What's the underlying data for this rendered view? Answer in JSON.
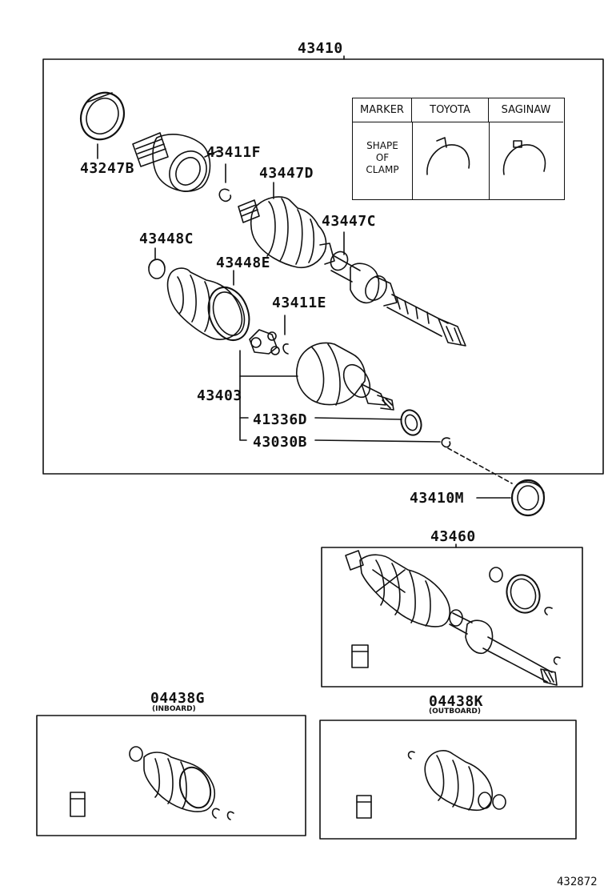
{
  "labels": {
    "assembly": "43410",
    "boot_kit_inboard": "43247B",
    "snap_ring_f": "43411F",
    "boot_outboard": "43447D",
    "boot_band_c": "43447C",
    "band_clamp_c": "43448C",
    "band_clamp_e": "43448E",
    "snap_ring_e": "43411E",
    "inboard_joint": "43403",
    "seal": "41336D",
    "hole_snap_ring": "43030B",
    "oil_seal": "43410M",
    "shaft_assembly": "43460",
    "kit_inboard": "04438G",
    "kit_inboard_note": "(INBOARD)",
    "kit_outboard": "04438K",
    "kit_outboard_note": "(OUTBOARD)"
  },
  "marker_table": {
    "headers": [
      "MARKER",
      "TOYOTA",
      "SAGINAW"
    ],
    "row_label": "SHAPE\nOF\nCLAMP"
  },
  "catalog_number": "432872"
}
